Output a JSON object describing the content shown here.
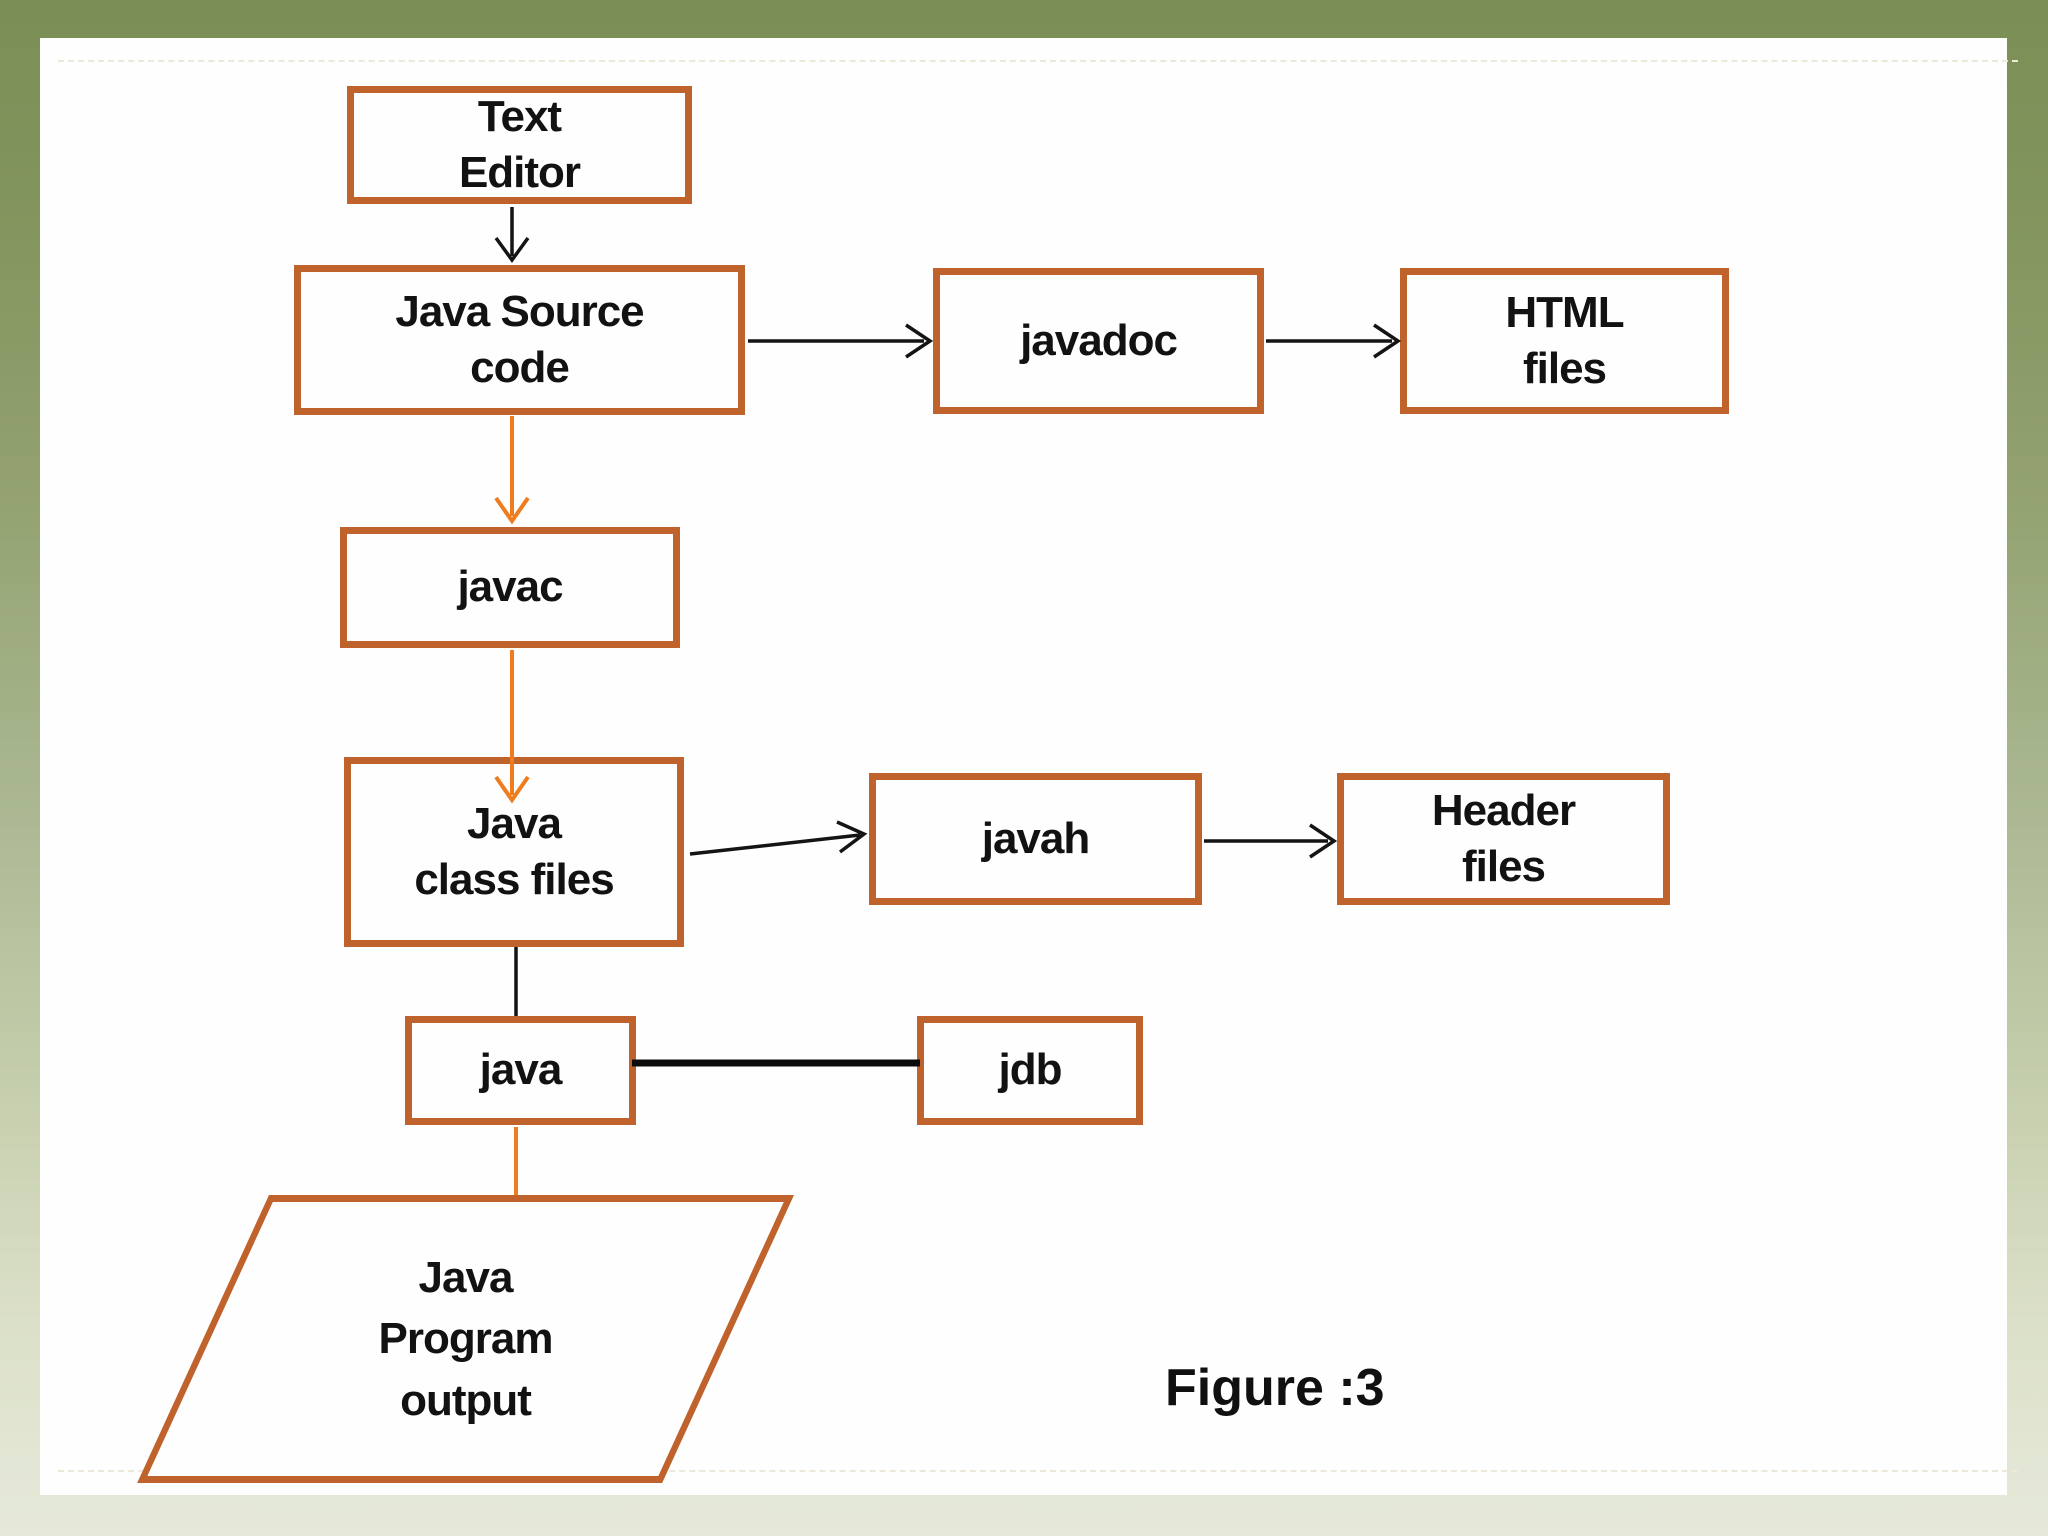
{
  "figure": {
    "caption": "Figure :3"
  },
  "colors": {
    "box_border": "#c0622b",
    "box_fill": "#fefefe",
    "arrow_black": "#141414",
    "arrow_orange": "#ef7c1e",
    "frame_green_top": "#7a8e55",
    "frame_green_bottom": "#e6e9da",
    "text": "#121212"
  },
  "nodes": [
    {
      "id": "text-editor",
      "label": "Text\nEditor",
      "shape": "rectangle"
    },
    {
      "id": "java-source-code",
      "label": "Java Source\ncode",
      "shape": "rectangle"
    },
    {
      "id": "javadoc",
      "label": "javadoc",
      "shape": "rectangle"
    },
    {
      "id": "html-files",
      "label": "HTML\nfiles",
      "shape": "rectangle"
    },
    {
      "id": "javac",
      "label": "javac",
      "shape": "rectangle"
    },
    {
      "id": "java-class-files",
      "label": "Java\nclass files",
      "shape": "rectangle"
    },
    {
      "id": "javah",
      "label": "javah",
      "shape": "rectangle"
    },
    {
      "id": "header-files",
      "label": "Header\nfiles",
      "shape": "rectangle"
    },
    {
      "id": "java",
      "label": "java",
      "shape": "rectangle"
    },
    {
      "id": "jdb",
      "label": "jdb",
      "shape": "rectangle"
    },
    {
      "id": "java-program-output",
      "label": "Java\nProgram\noutput",
      "shape": "parallelogram"
    }
  ],
  "edges": [
    {
      "from": "text-editor",
      "to": "java-source-code",
      "style": "black-arrow"
    },
    {
      "from": "java-source-code",
      "to": "javadoc",
      "style": "black-arrow"
    },
    {
      "from": "javadoc",
      "to": "html-files",
      "style": "black-arrow"
    },
    {
      "from": "java-source-code",
      "to": "javac",
      "style": "orange-arrow"
    },
    {
      "from": "javac",
      "to": "java-class-files",
      "style": "orange-arrow"
    },
    {
      "from": "java-class-files",
      "to": "javah",
      "style": "black-arrow"
    },
    {
      "from": "javah",
      "to": "header-files",
      "style": "black-arrow"
    },
    {
      "from": "java-class-files",
      "to": "java",
      "style": "black-line"
    },
    {
      "from": "java",
      "to": "jdb",
      "style": "black-line-thick"
    },
    {
      "from": "java",
      "to": "java-program-output",
      "style": "orange-line"
    }
  ]
}
